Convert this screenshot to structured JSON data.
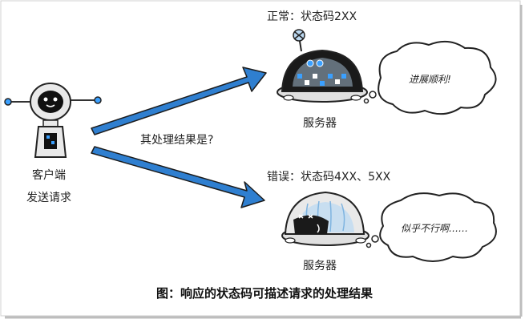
{
  "client": {
    "label_1": "客户端",
    "label_2": "发送请求"
  },
  "question": "其处理结果是?",
  "normal": {
    "title": "正常：状态码2XX",
    "server_label": "服务器",
    "bubble": "进展顺利!"
  },
  "error": {
    "title": "错误：状态码4XX、5XX",
    "server_label": "服务器",
    "bubble": "似乎不行啊……"
  },
  "caption": "图：响应的状态码可描述请求的处理结果",
  "colors": {
    "arrow": "#2f7fd0",
    "arrow_outline": "#1c1c1c",
    "robot_body": "#e9e9e9",
    "robot_screen": "#111111",
    "dome_glass": "#bcd9f2",
    "dome_dark": "#1a1a1a",
    "pixel_blue": "#3aa0ff"
  },
  "icons": [
    "client-robot-icon",
    "normal-server-robot-icon",
    "error-server-robot-icon",
    "speech-bubble-icon"
  ]
}
